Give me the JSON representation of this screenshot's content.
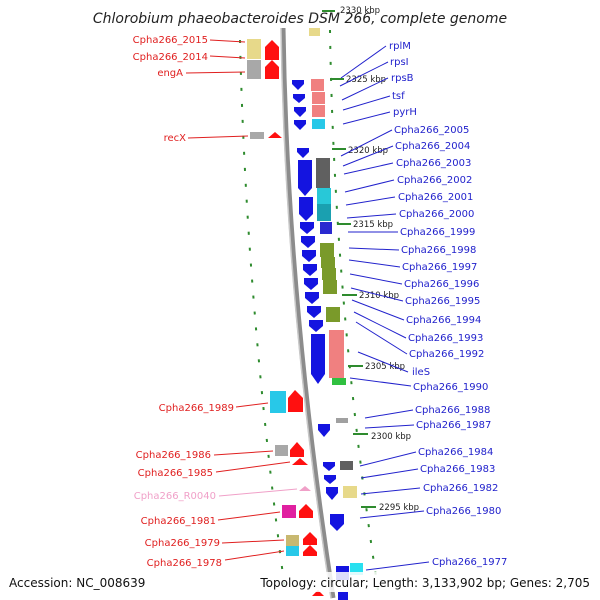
{
  "header": {
    "title": "Chlorobium phaeobacteroides DSM 266, complete genome"
  },
  "footer": {
    "accession": "Accession: NC_008639",
    "topology": "Topology: circular; Length: 3,133,902 bp; Genes: 2,705"
  },
  "colors": {
    "backbone": "#8c8c8c",
    "forward_label": "#2222cc",
    "reverse_label": "#e02020",
    "rna_label": "#f0a0c8",
    "tick": "#2e8b2e"
  },
  "kbp_markers": [
    "2330 kbp",
    "2325 kbp",
    "2320 kbp",
    "2315 kbp",
    "2310 kbp",
    "2305 kbp",
    "2300 kbp",
    "2295 kbp"
  ],
  "forward_genes": [
    "rplM",
    "rpsI",
    "rpsB",
    "tsf",
    "pyrH",
    "Cpha266_2005",
    "Cpha266_2004",
    "Cpha266_2003",
    "Cpha266_2002",
    "Cpha266_2001",
    "Cpha266_2000",
    "Cpha266_1999",
    "Cpha266_1998",
    "Cpha266_1997",
    "Cpha266_1996",
    "Cpha266_1995",
    "Cpha266_1994",
    "Cpha266_1993",
    "Cpha266_1992",
    "ileS",
    "Cpha266_1990",
    "Cpha266_1988",
    "Cpha266_1987",
    "Cpha266_1984",
    "Cpha266_1983",
    "Cpha266_1982",
    "Cpha266_1980",
    "Cpha266_1977"
  ],
  "reverse_genes": [
    "Cpha266_2015",
    "Cpha266_2014",
    "engA",
    "recX",
    "Cpha266_1989",
    "Cpha266_1986",
    "Cpha266_1985",
    "Cpha266_R0040",
    "Cpha266_1981",
    "Cpha266_1979",
    "Cpha266_1978"
  ]
}
